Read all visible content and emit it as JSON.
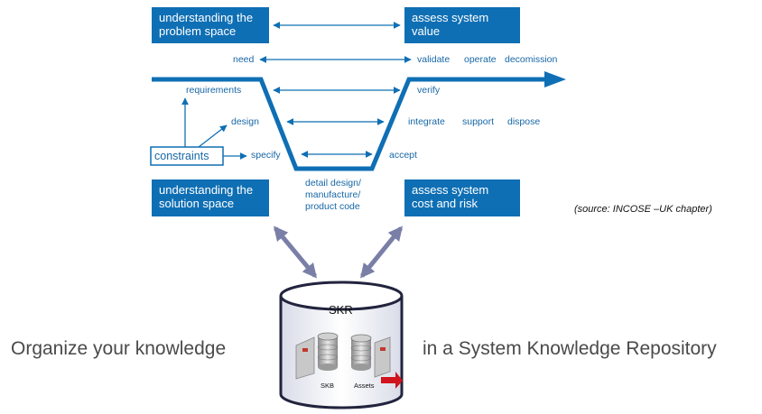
{
  "boxes": {
    "problem_space": "understanding the\nproblem space",
    "system_value": "assess system\nvalue",
    "solution_space": "understanding the\nsolution space",
    "cost_risk": "assess system\ncost and risk"
  },
  "labels": {
    "need": "need",
    "validate": "validate",
    "operate": "operate",
    "decomission": "decomission",
    "requirements": "requirements",
    "verify": "verify",
    "design": "design",
    "integrate": "integrate",
    "support": "support",
    "dispose": "dispose",
    "constraints": "constraints",
    "specify": "specify",
    "accept": "accept",
    "detail_design": "detail design/\nmanufacture/\nproduct code"
  },
  "source": "(source: INCOSE –UK chapter)",
  "skr": {
    "title": "SKR",
    "skb": "SKB",
    "assets": "Assets"
  },
  "bottom_left": "Organize your knowledge",
  "bottom_right": "in a System Knowledge Repository",
  "colors": {
    "accent": "#0f6fb4",
    "text_blue": "#1767a6",
    "arrow_grey": "#7a7fa8"
  }
}
